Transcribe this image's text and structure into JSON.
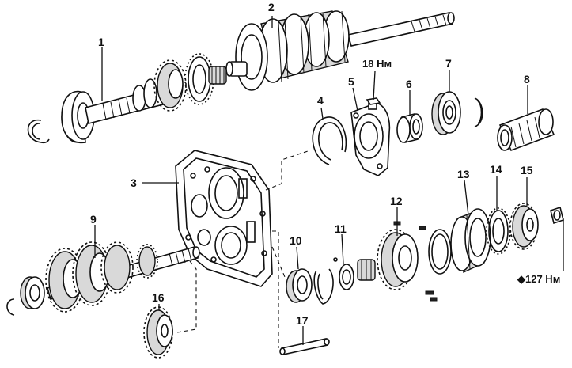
{
  "callouts": {
    "c1": "1",
    "c2": "2",
    "c3": "3",
    "c4": "4",
    "c5": "5",
    "c6": "6",
    "c7": "7",
    "c8": "8",
    "c9": "9",
    "c10": "10",
    "c11": "11",
    "c12": "12",
    "c13": "13",
    "c14": "14",
    "c15": "15",
    "c16": "16",
    "c17": "17"
  },
  "torque": {
    "bolt_18": "18 Нм",
    "nut_127": "◆127 Нм"
  }
}
